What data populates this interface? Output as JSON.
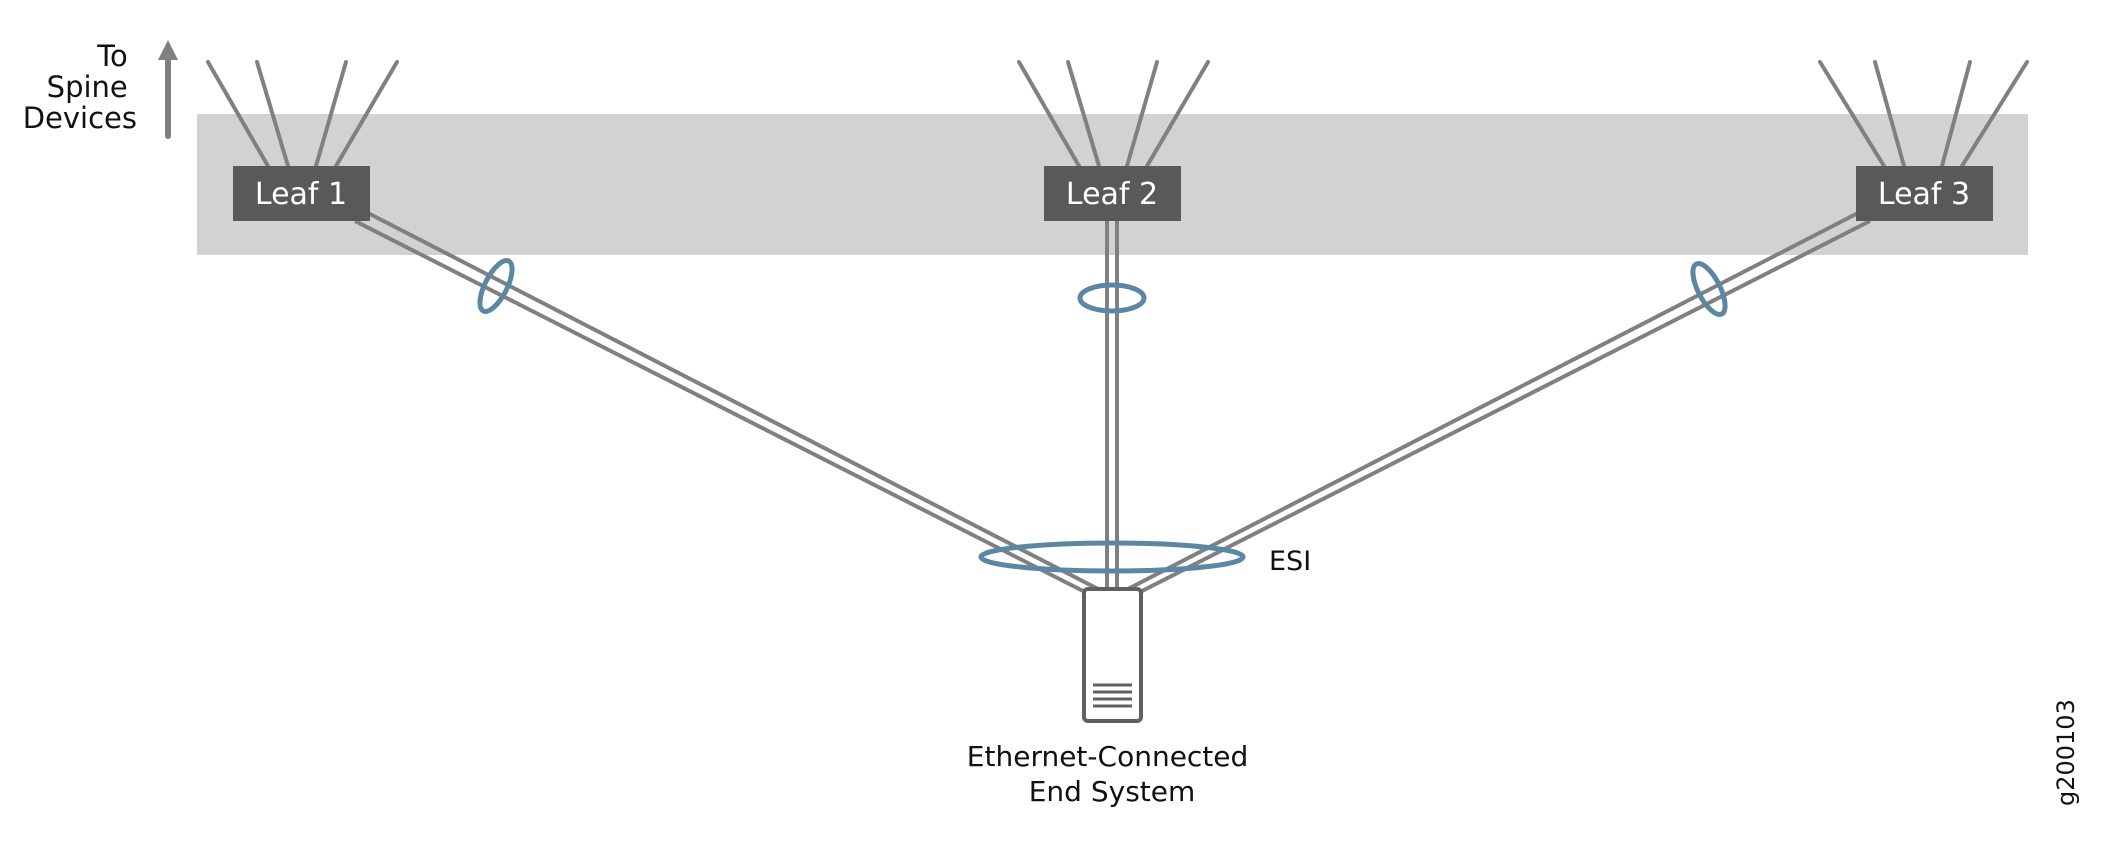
{
  "spine_label": {
    "line1": "To",
    "line2": "Spine",
    "line3": "Devices"
  },
  "leaves": [
    {
      "label": "Leaf 1"
    },
    {
      "label": "Leaf 2"
    },
    {
      "label": "Leaf 3"
    }
  ],
  "esi_label": "ESI",
  "end_system": {
    "line1": "Ethernet-Connected",
    "line2": "End System"
  },
  "figure_id": "g200103",
  "colors": {
    "band": "#d1d2d4",
    "leaf": "#58595b",
    "link": "#808080",
    "esi": "#5b87a3"
  }
}
